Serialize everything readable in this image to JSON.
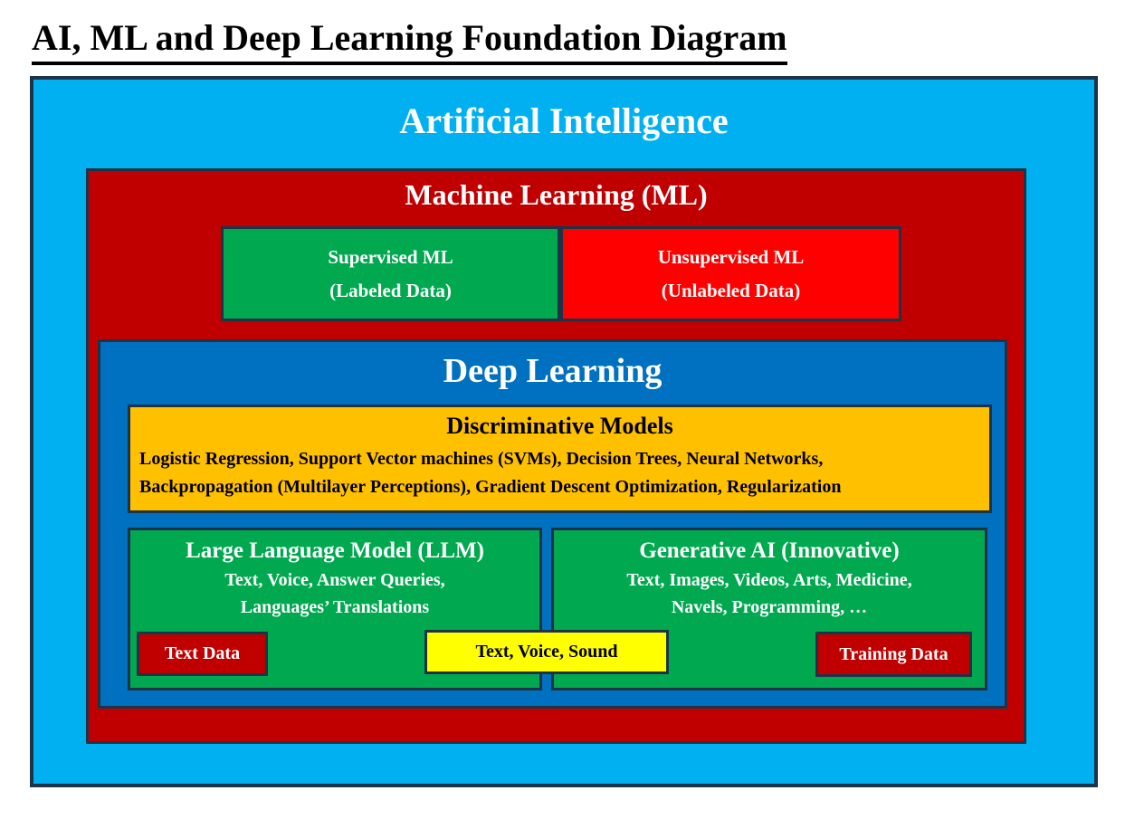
{
  "page": {
    "title": "AI, ML and Deep Learning Foundation Diagram"
  },
  "colors": {
    "cyan_ai": "#00B0F0",
    "dark_red_ml": "#C00000",
    "bright_red": "#FF0000",
    "green": "#00A94F",
    "blue_deep_learning": "#0070C0",
    "orange_discriminative": "#FFC000",
    "yellow_badge": "#FFFF00",
    "border_navy": "#1F3347",
    "title_black": "#000000",
    "text_white": "#ffffff"
  },
  "diagram": {
    "ai": {
      "label": "Artificial Intelligence"
    },
    "ml": {
      "label": "Machine Learning (ML)"
    },
    "supervised": {
      "line1": "Supervised ML",
      "line2": "(Labeled Data)"
    },
    "unsupervised": {
      "line1": "Unsupervised ML",
      "line2": "(Unlabeled Data)"
    },
    "deep_learning": {
      "label": "Deep Learning"
    },
    "discriminative": {
      "title": "Discriminative Models",
      "line1": "Logistic Regression, Support Vector machines (SVMs), Decision Trees, Neural Networks,",
      "line2": "Backpropagation (Multilayer Perceptions), Gradient Descent Optimization, Regularization"
    },
    "llm": {
      "title": "Large Language Model (LLM)",
      "line1": "Text, Voice, Answer Queries,",
      "line2": "Languages’ Translations",
      "badge": "Text Data"
    },
    "generative": {
      "title": "Generative AI (Innovative)",
      "line1": "Text, Images, Videos, Arts, Medicine,",
      "line2": "Navels, Programming, …",
      "badge": "Training Data"
    },
    "bridge_badge": "Text, Voice, Sound"
  }
}
